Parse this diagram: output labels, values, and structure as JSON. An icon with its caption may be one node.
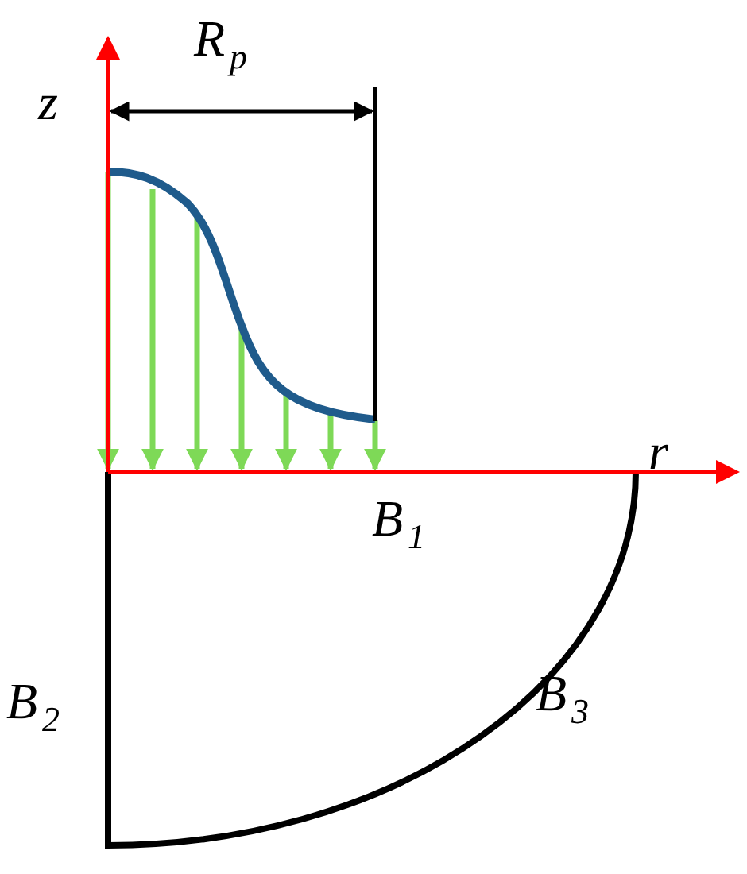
{
  "diagram": {
    "labels": [
      "z",
      "R$_{p}$",
      "r",
      "B$_{1}$",
      "B$_{2}$",
      "B$_{3}$"
    ]
  }
}
